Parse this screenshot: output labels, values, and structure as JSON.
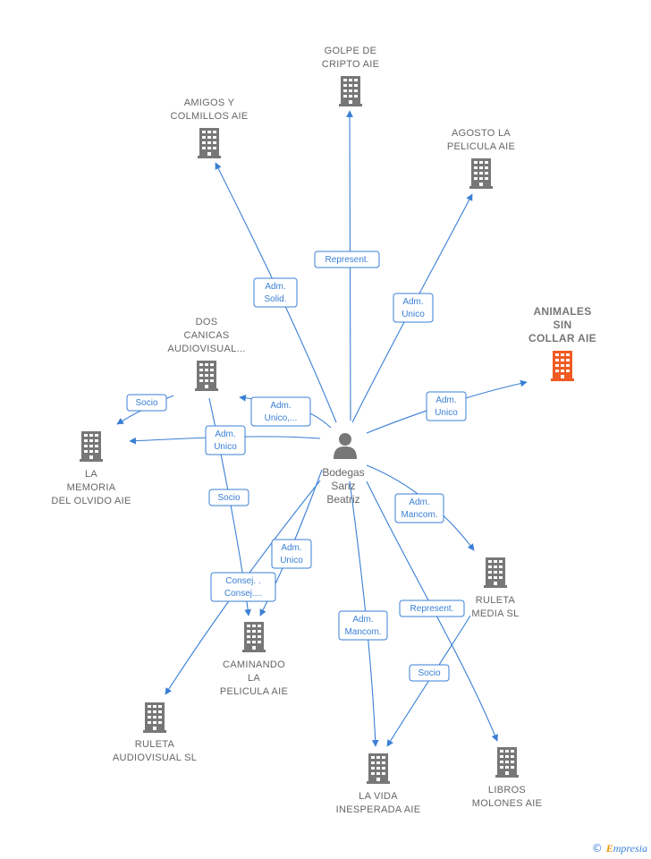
{
  "colors": {
    "edge": "#3a7fd5",
    "building": "#777777",
    "building_highlight": "#f05a23",
    "person": "#777777"
  },
  "center": {
    "icon": "person-icon",
    "label_lines": [
      "Bodegas",
      "Sanz",
      "Beatriz"
    ]
  },
  "nodes": [
    {
      "id": "golpe",
      "icon": "building-icon",
      "label_lines": [
        "GOLPE DE",
        "CRIPTO AIE"
      ]
    },
    {
      "id": "amigos",
      "icon": "building-icon",
      "label_lines": [
        "AMIGOS Y",
        "COLMILLOS AIE"
      ]
    },
    {
      "id": "agosto",
      "icon": "building-icon",
      "label_lines": [
        "AGOSTO LA",
        "PELICULA AIE"
      ]
    },
    {
      "id": "animales",
      "icon": "building-icon",
      "highlight": true,
      "label_lines": [
        "ANIMALES",
        "SIN",
        "COLLAR AIE"
      ]
    },
    {
      "id": "dos",
      "icon": "building-icon",
      "label_lines": [
        "DOS",
        "CANICAS",
        "AUDIOVISUAL..."
      ]
    },
    {
      "id": "memoria",
      "icon": "building-icon",
      "label_lines": [
        "LA",
        "MEMORIA",
        "DEL OLVIDO AIE"
      ]
    },
    {
      "id": "ruleta_media",
      "icon": "building-icon",
      "label_lines": [
        "RULETA",
        "MEDIA SL"
      ]
    },
    {
      "id": "caminando",
      "icon": "building-icon",
      "label_lines": [
        "CAMINANDO",
        "LA",
        "PELICULA AIE"
      ]
    },
    {
      "id": "ruleta_audio",
      "icon": "building-icon",
      "label_lines": [
        "RULETA",
        "AUDIOVISUAL SL"
      ]
    },
    {
      "id": "vida",
      "icon": "building-icon",
      "label_lines": [
        "LA VIDA",
        "INESPERADA AIE"
      ]
    },
    {
      "id": "libros",
      "icon": "building-icon",
      "label_lines": [
        "LIBROS",
        "MOLONES AIE"
      ]
    }
  ],
  "edges": [
    {
      "id": "e-golpe",
      "to": "golpe",
      "badge": [
        "Represent."
      ]
    },
    {
      "id": "e-amigos",
      "to": "amigos",
      "badge": [
        "Adm.",
        "Solid."
      ]
    },
    {
      "id": "e-agosto",
      "to": "agosto",
      "badge": [
        "Adm.",
        "Unico"
      ]
    },
    {
      "id": "e-animales",
      "to": "animales",
      "badge": [
        "Adm.",
        "Unico"
      ]
    },
    {
      "id": "e-dos",
      "to": "dos",
      "badge": [
        "Adm.",
        "Unico,..."
      ]
    },
    {
      "id": "e-memoria",
      "to": "memoria",
      "badge": [
        "Adm.",
        "Unico"
      ]
    },
    {
      "id": "e-dos-memoria",
      "from": "dos",
      "to": "memoria",
      "badge": [
        "Socio"
      ]
    },
    {
      "id": "e-dos-caminando",
      "from": "dos",
      "to": "caminando",
      "badge": [
        "Socio"
      ]
    },
    {
      "id": "e-ruleta-media",
      "to": "ruleta_media",
      "badge": [
        "Adm.",
        "Mancom."
      ]
    },
    {
      "id": "e-caminando",
      "to": "caminando",
      "badge": [
        "Adm.",
        "Unico"
      ]
    },
    {
      "id": "e-ruleta-audio",
      "to": "ruleta_audio",
      "badge": [
        "Consej. .",
        "Consej...."
      ]
    },
    {
      "id": "e-vida",
      "to": "vida",
      "badge": [
        "Adm.",
        "Mancom."
      ]
    },
    {
      "id": "e-libros",
      "to": "libros",
      "badge": [
        "Represent."
      ]
    },
    {
      "id": "e-rmedia-vida",
      "from": "ruleta_media",
      "to": "vida",
      "badge": [
        "Socio"
      ]
    }
  ],
  "footer": {
    "copyright_symbol": "©",
    "brand_initial": "E",
    "brand_rest": "mpresia"
  }
}
